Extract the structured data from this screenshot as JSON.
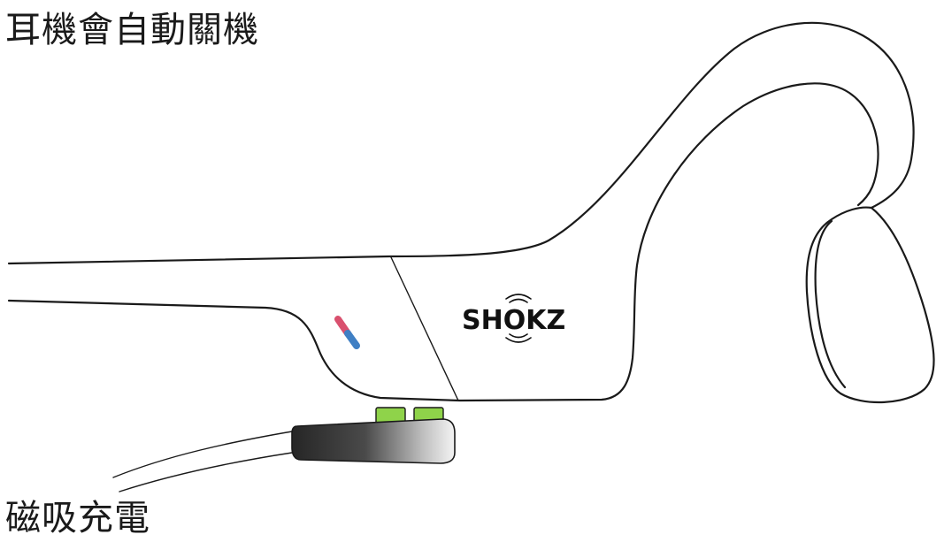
{
  "title": "耳機會自動關機",
  "charging_label": "磁吸充電",
  "brand": {
    "logo_text": "SHOKZ"
  },
  "colors": {
    "outline": "#1a1a1a",
    "indicator_top": "#d9506e",
    "indicator_bottom": "#3f7fc4",
    "contact_green": "#8fd34a",
    "charger_dark": "#2b2b2b",
    "charger_light": "#f0f0f0"
  }
}
